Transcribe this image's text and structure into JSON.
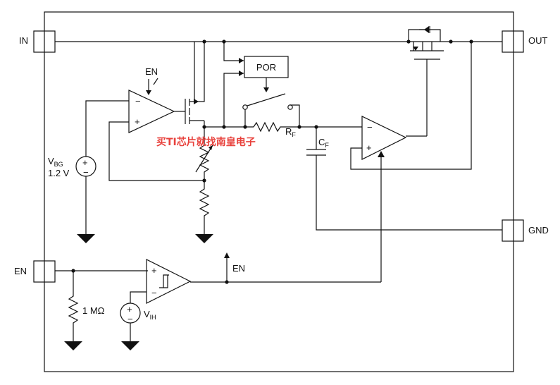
{
  "pins": {
    "in": "IN",
    "out": "OUT",
    "en": "EN",
    "gnd": "GND"
  },
  "blocks": {
    "por": "POR"
  },
  "labels": {
    "en_top": "EN",
    "en_mid": "EN",
    "rf_main": "R",
    "rf_sub": "F",
    "cf_main": "C",
    "cf_sub": "F",
    "vbg_main": "V",
    "vbg_sub": "BG",
    "vbg_value": "1.2 V",
    "pulldown": "1 MΩ",
    "vih_main": "V",
    "vih_sub": "IH",
    "ea_minus": "−",
    "ea_plus": "+",
    "out_minus": "−",
    "out_plus": "+",
    "cmp_plus": "+",
    "cmp_minus": "−",
    "src_plus": "+",
    "src_minus": "−",
    "vih_plus": "+",
    "vih_minus": "−"
  },
  "watermark": "买TI芯片就找南皇电子"
}
